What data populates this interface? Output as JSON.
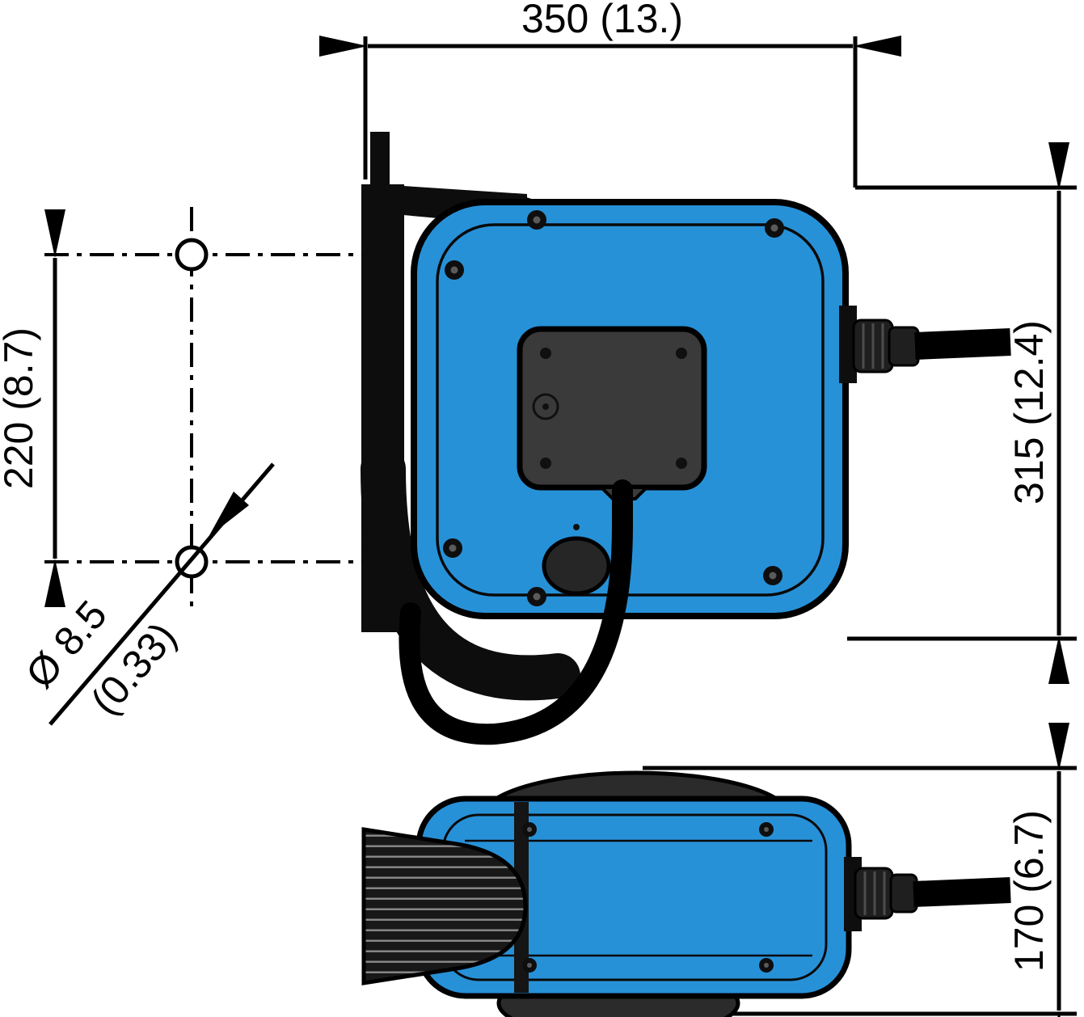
{
  "colors": {
    "body_blue": "#2791d8",
    "dark_gray": "#3a3a3a",
    "bracket_black": "#141414"
  },
  "dimensions": {
    "width": "350 (13.)",
    "hole_spacing": "220 (8.7)",
    "height": "315 (12.4)",
    "diameter_line1": "Ø 8.5",
    "diameter_line2": "(0.33)",
    "depth": "170 (6.7)"
  }
}
